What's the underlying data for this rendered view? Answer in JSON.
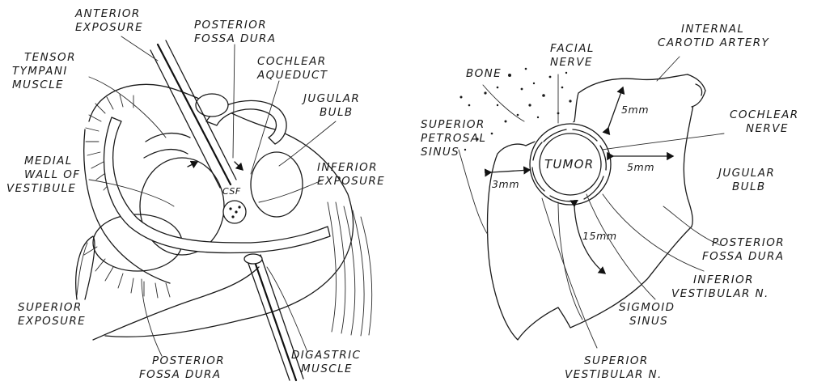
{
  "left_panel": {
    "labels": {
      "anterior_exposure": [
        "ANTERIOR",
        "EXPOSURE"
      ],
      "posterior_fossa_dura_top": [
        "POSTERIOR",
        "FOSSA DURA"
      ],
      "tensor_tympani": [
        "TENSOR",
        "TYMPANI",
        "MUSCLE"
      ],
      "cochlear_aqueduct": [
        "COCHLEAR",
        "AQUEDUCT"
      ],
      "jugular_bulb": [
        "JUGULAR",
        "BULB"
      ],
      "medial_wall": [
        "MEDIAL",
        "WALL OF",
        "VESTIBULE"
      ],
      "inferior_exposure": [
        "INFERIOR",
        "EXPOSURE"
      ],
      "csf": "CSF",
      "superior_exposure": [
        "SUPERIOR",
        "EXPOSURE"
      ],
      "posterior_fossa_dura_bottom": [
        "POSTERIOR",
        "FOSSA DURA"
      ],
      "digastric_muscle": [
        "DIGASTRIC",
        "MUSCLE"
      ]
    }
  },
  "right_panel": {
    "labels": {
      "facial_nerve": [
        "FACIAL",
        "NERVE"
      ],
      "internal_carotid": [
        "INTERNAL",
        "CAROTID ARTERY"
      ],
      "bone": "BONE",
      "superior_petrosal_sinus": [
        "SUPERIOR",
        "PETROSAL",
        "SINUS"
      ],
      "cochlear_nerve": [
        "COCHLEAR",
        "NERVE"
      ],
      "tumor": "TUMOR",
      "jugular_bulb": [
        "JUGULAR",
        "BULB"
      ],
      "posterior_fossa_dura": [
        "POSTERIOR",
        "FOSSA DURA"
      ],
      "inferior_vestibular": [
        "INFERIOR",
        "VESTIBULAR N."
      ],
      "sigmoid_sinus": [
        "SIGMOID",
        "SINUS"
      ],
      "superior_vestibular": [
        "SUPERIOR",
        "VESTIBULAR N."
      ]
    },
    "measurements": {
      "top": "5mm",
      "right": "5mm",
      "left": "3mm",
      "bottom": "15mm"
    }
  }
}
